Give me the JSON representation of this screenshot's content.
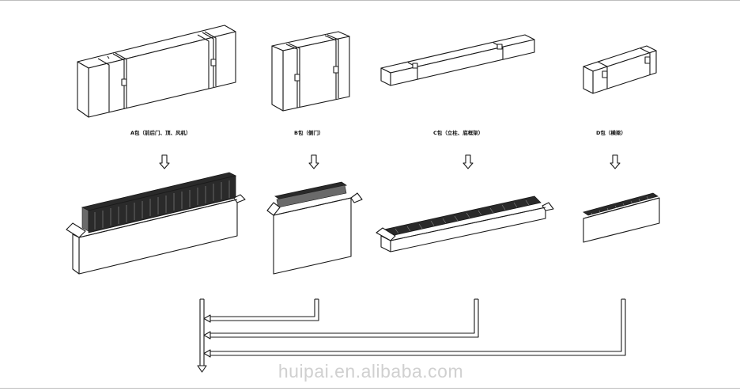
{
  "labels": {
    "pkg_a": "A包（前后门、顶、风机）",
    "pkg_b": "B包（侧门）",
    "pkg_c": "C包（立柱、底框架）",
    "pkg_d": "D包（横梁）"
  },
  "watermark": "huipai.en.alibaba.com"
}
